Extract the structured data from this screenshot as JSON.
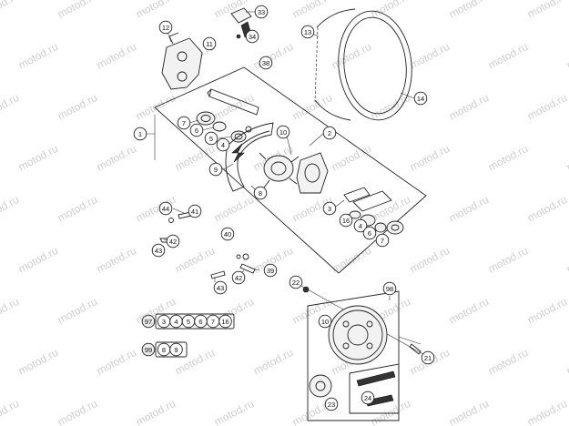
{
  "watermark": "motod.ru",
  "callouts": [
    {
      "id": "33"
    },
    {
      "id": "12"
    },
    {
      "id": "34"
    },
    {
      "id": "11"
    },
    {
      "id": "13"
    },
    {
      "id": "38"
    },
    {
      "id": "14"
    },
    {
      "id": "7"
    },
    {
      "id": "1"
    },
    {
      "id": "6"
    },
    {
      "id": "5"
    },
    {
      "id": "4"
    },
    {
      "id": "10"
    },
    {
      "id": "2"
    },
    {
      "id": "9"
    },
    {
      "id": "8"
    },
    {
      "id": "44"
    },
    {
      "id": "41"
    },
    {
      "id": "42"
    },
    {
      "id": "43"
    },
    {
      "id": "40"
    },
    {
      "id": "3"
    },
    {
      "id": "16"
    },
    {
      "id": "4"
    },
    {
      "id": "6"
    },
    {
      "id": "7"
    },
    {
      "id": "42"
    },
    {
      "id": "39"
    },
    {
      "id": "43"
    },
    {
      "id": "22"
    },
    {
      "id": "98"
    },
    {
      "id": "10"
    },
    {
      "id": "21"
    },
    {
      "id": "23"
    },
    {
      "id": "24"
    }
  ],
  "kits": [
    {
      "id": "97",
      "parts": [
        "3",
        "4",
        "5",
        "6",
        "7",
        "16"
      ]
    },
    {
      "id": "99",
      "parts": [
        "8",
        "9"
      ]
    }
  ]
}
